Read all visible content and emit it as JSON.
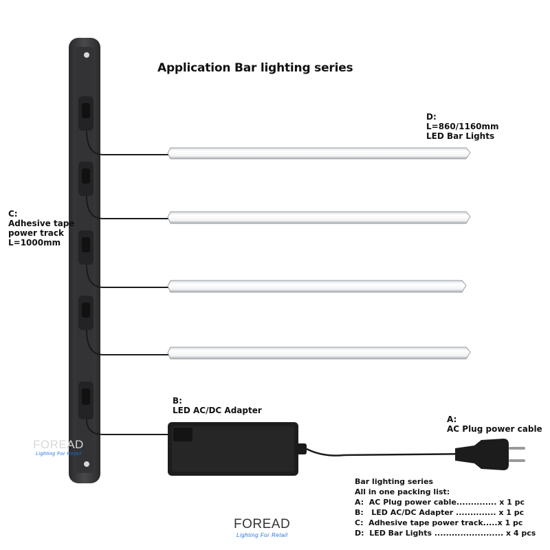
{
  "title": "Application Bar lighting series",
  "labels": {
    "d": [
      "D:",
      "L=860/1160mm",
      "LED Bar Lights"
    ],
    "c": [
      "C:",
      "Adhesive tape",
      "power track",
      "L=1000mm"
    ],
    "b": [
      "B:",
      "LED AC/DC Adapter"
    ],
    "a": [
      "A:",
      "AC Plug power cable"
    ]
  },
  "packing_list": {
    "heading": [
      "Bar lighting series",
      "All in one packing list:"
    ],
    "items": [
      "A:  AC Plug power cable.............. x 1 pc",
      "B:   LED AC/DC Adapter .............. x 1 pc",
      "C:  Adhesive tape power track.....x 1 pc",
      "D:  LED Bar Lights ........................ x 4 pcs"
    ]
  },
  "logo": {
    "brand": "FOREAD",
    "tagline_small": "Lighting For Retail",
    "tagline_bottom": "Lighting For Retail"
  },
  "colors": {
    "track": "#3a3a3c",
    "bar_light": "#eef0f2",
    "cable": "#1a1a1a",
    "tagline": "#1e6fd9"
  }
}
